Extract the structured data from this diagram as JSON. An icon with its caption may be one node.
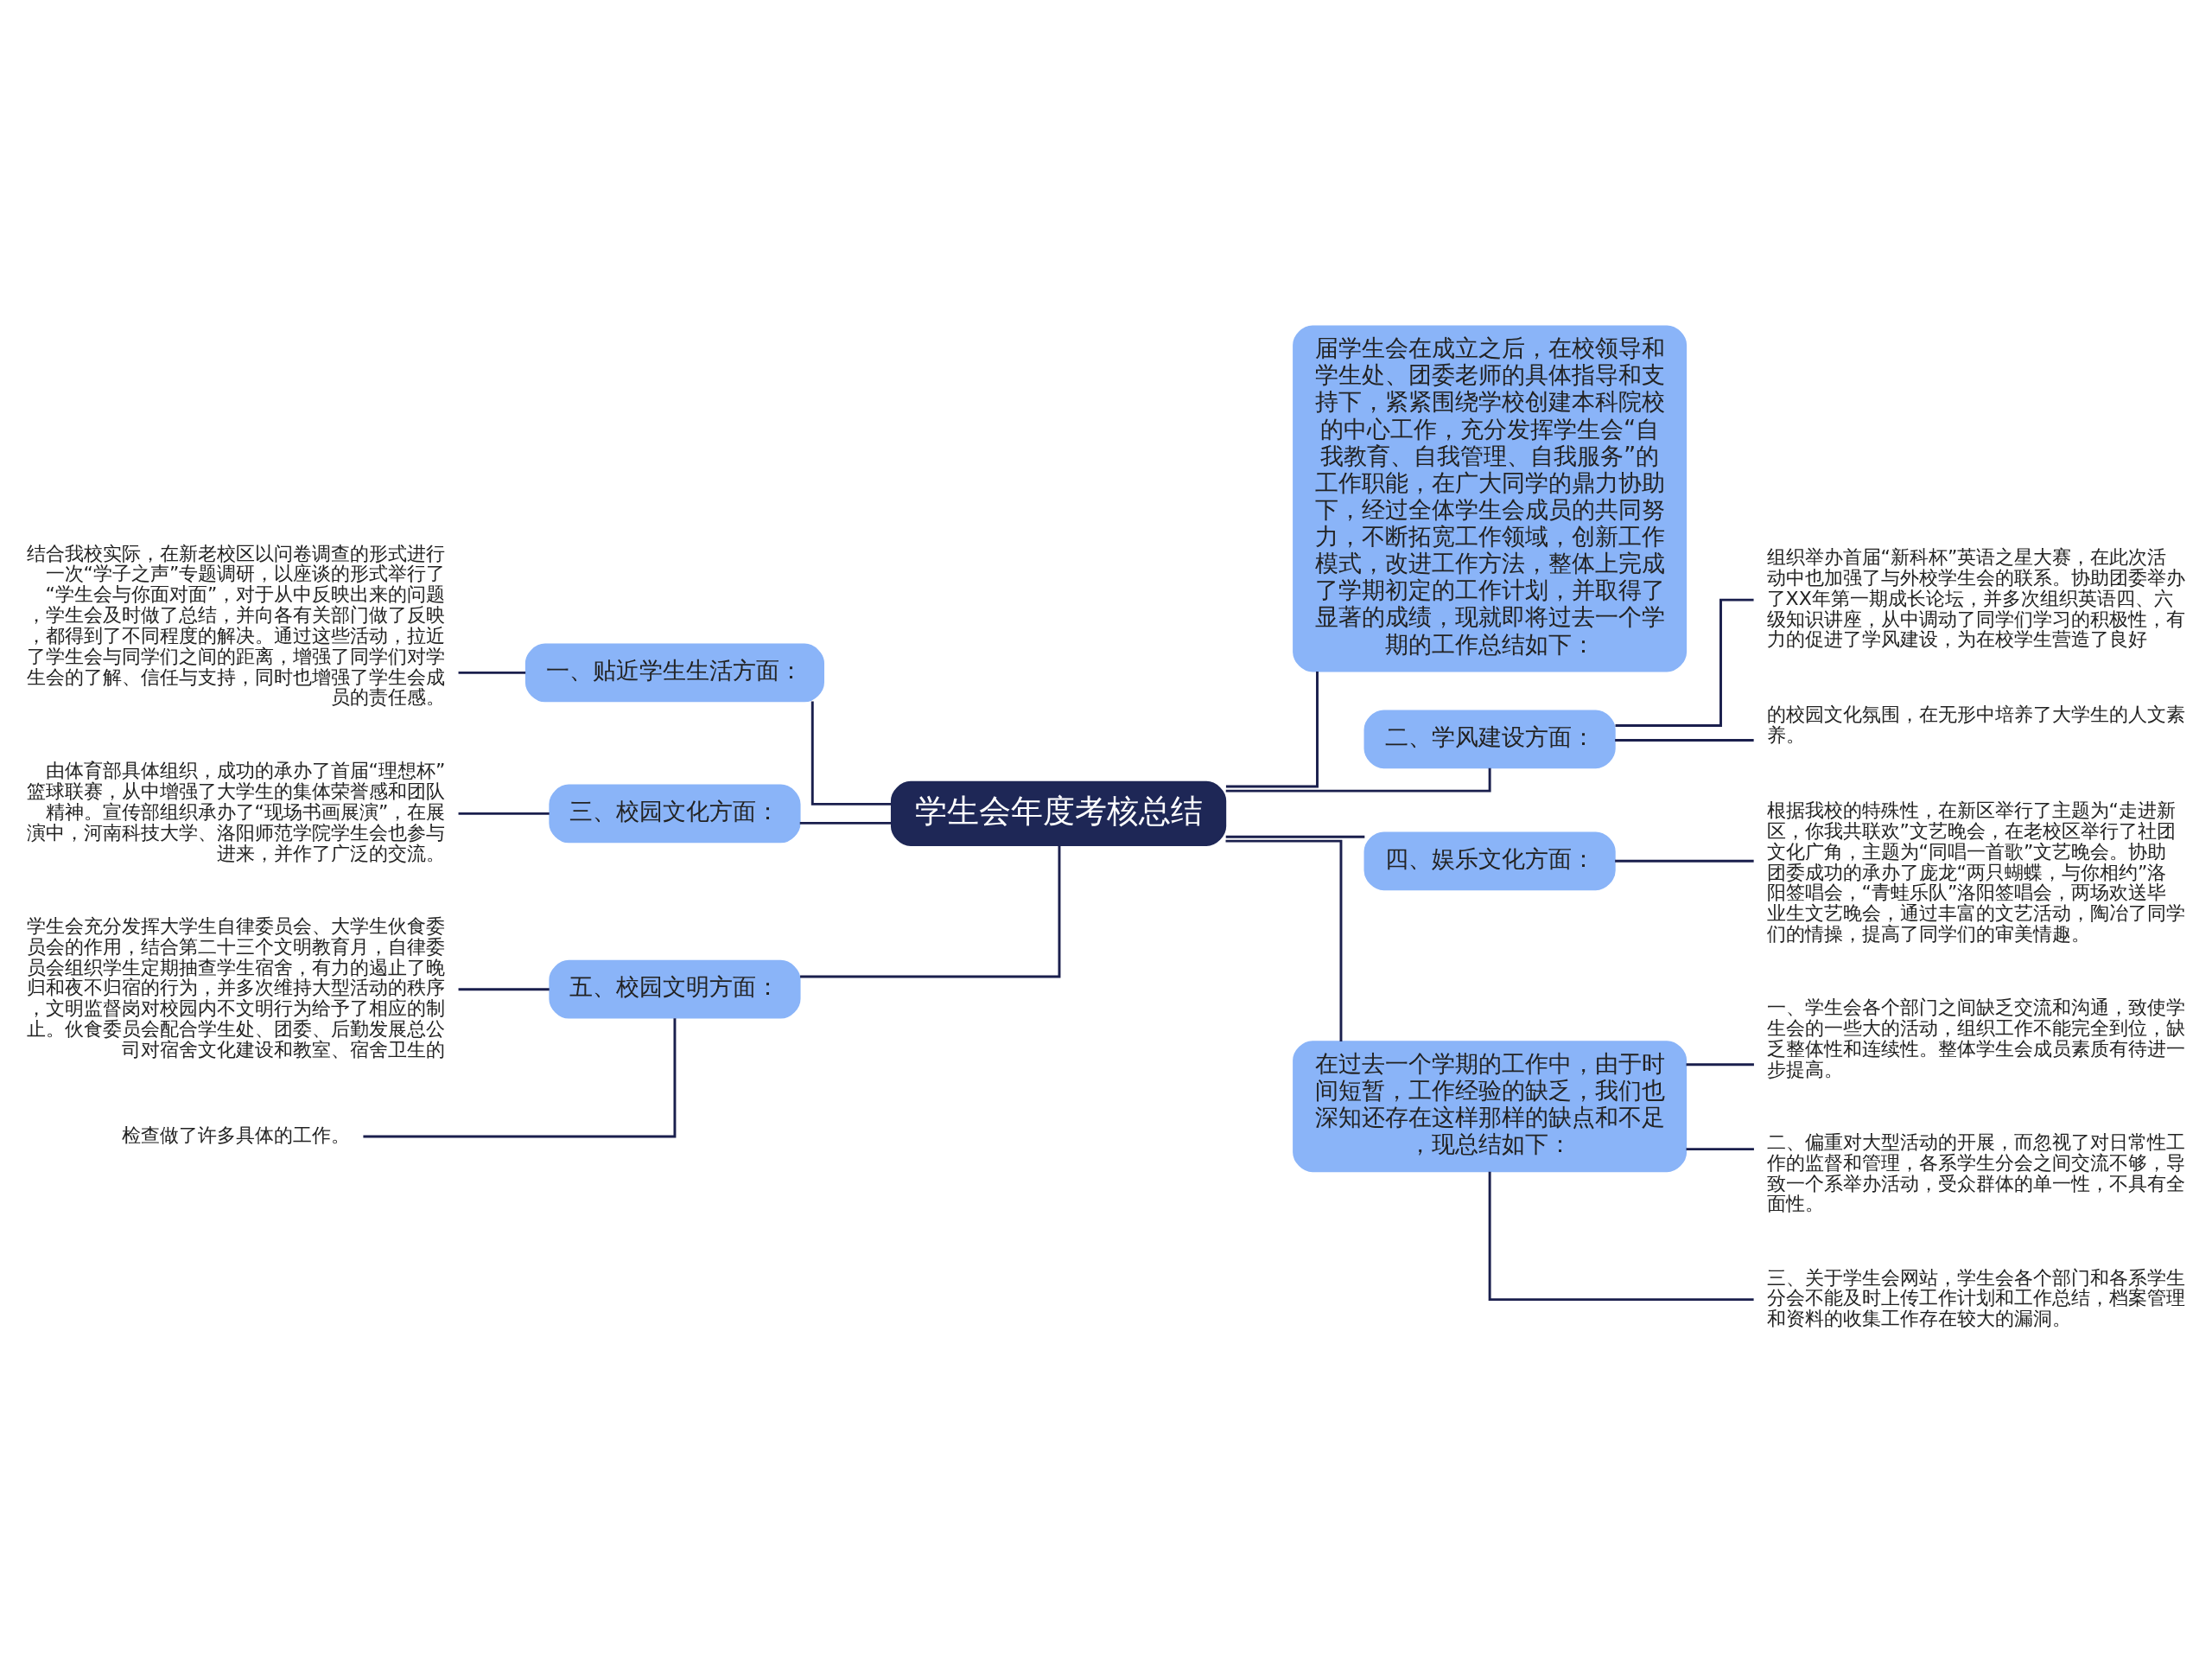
{
  "diagram": {
    "nodes": [
      {
        "text": [
          "学生会年度考核总结"
        ]
      },
      {
        "text": [
          "届学生会在成立之后，在校领导和学生处、团委老师的具体指导和支持下，紧紧围绕学校创建本科院校的中心工作，充分发挥学生会“自我教育、自我管理、自我服务”的工作职能，在广大同学的鼎力协助下，经过全体学生会成员的共同努力，不断拓宽工作领域，创新工作模式，改进工作方法，整体上完成了学期初定的工作计划，并取得了显著的成绩，现就即将过去一个学期的工作总结如下："
        ]
      },
      {
        "text": [
          "二、学风建设方面："
        ]
      },
      {
        "text": [
          "组织举办首届“新科杯”英语之星大赛，在此次活动中也加强了与外校学生会的联系。协助团委举办了XX年第一期成长论坛，并多次组织英语四、六级知识讲座，从中调动了同学们学习的积极性，有力的促进了学风建设，为在校学生营造了良好"
        ]
      },
      {
        "text": [
          "的校园文化氛围，在无形中培养了大学生的人文素养。"
        ]
      },
      {
        "text": [
          "四、娱乐文化方面："
        ]
      },
      {
        "text": [
          "根据我校的特殊性，在新区举行了主题为“走进新区，你我共联欢”文艺晚会，在老校区举行了社团文化广角，主题为“同唱一首歌”文艺晚会。协助团委成功的承办了庞龙“两只蝴蝶，与你相约”洛阳签唱会，“青蛙乐队”洛阳签唱会，两场欢送毕业生文艺晚会，通过丰富的文艺活动，陶冶了同学们的情操，提高了同学们的审美情趣。"
        ]
      },
      {
        "text": [
          "在过去一个学期的工作中，由于时间短暂，工作经验的缺乏，我们也深知还存在这样那样的缺点和不足，现总结如下："
        ]
      },
      {
        "text": [
          "一、学生会各个部门之间缺乏交流和沟通，致使学生会的一些大的活动，组织工作不能完全到位，缺乏整体性和连续性。整体学生会成员素质有待进一步提高。"
        ]
      },
      {
        "text": [
          "二、偏重对大型活动的开展，而忽视了对日常性工作的监督和管理，各系学生分会之间交流不够，导致一个系举办活动，受众群体的单一性，不具有全面性。"
        ]
      },
      {
        "text": [
          "三、关于学生会网站，学生会各个部门和各系学生分会不能及时上传工作计划和工作总结，档案管理和资料的收集工作存在较大的漏洞。"
        ]
      },
      {
        "text": [
          "一、贴近学生生活方面："
        ]
      },
      {
        "text": [
          "结合我校实际，在新老校区以问卷调查的形式进行一次“学子之声”专题调研，以座谈的形式举行了“学生会与你面对面”，对于从中反映出来的问题，学生会及时做了总结，并向各有关部门做了反映，都得到了不同程度的解决。通过这些活动，拉近了学生会与同学们之间的距离，增强了同学们对学生会的了解、信任与支持，同时也增强了学生会成员的责任感。"
        ]
      },
      {
        "text": [
          "三、校园文化方面："
        ]
      },
      {
        "text": [
          "由体育部具体组织，成功的承办了首届“理想杯”篮球联赛，从中增强了大学生的集体荣誉感和团队精神。宣传部组织承办了“现场书画展演”，在展演中，河南科技大学、洛阳师范学院学生会也参与进来，并作了广泛的交流。"
        ]
      },
      {
        "text": [
          "五、校园文明方面："
        ]
      },
      {
        "text": [
          "学生会充分发挥大学生自律委员会、大学生伙食委员会的作用，结合第二十三个文明教育月，自律委员会组织学生定期抽查学生宿舍，有力的遏止了晚归和夜不归宿的行为，并多次维持大型活动的秩序，文明监督岗对校园内不文明行为给予了相应的制止。伙食委员会配合学生处、团委、后勤发展总公司对宿舍文化建设和教室、宿舍卫生的"
        ]
      },
      {
        "text": [
          "检查做了许多具体的工作。"
        ]
      }
    ],
    "edges": [
      {
        "from": 0,
        "to": 1,
        "arrow": "none"
      },
      {
        "from": 0,
        "to": 2,
        "arrow": "none"
      },
      {
        "from": 2,
        "to": 3,
        "arrow": "none"
      },
      {
        "from": 2,
        "to": 4,
        "arrow": "none"
      },
      {
        "from": 0,
        "to": 5,
        "arrow": "none"
      },
      {
        "from": 5,
        "to": 6,
        "arrow": "none"
      },
      {
        "from": 0,
        "to": 7,
        "arrow": "none"
      },
      {
        "from": 7,
        "to": 8,
        "arrow": "none"
      },
      {
        "from": 7,
        "to": 9,
        "arrow": "none"
      },
      {
        "from": 7,
        "to": 10,
        "arrow": "none"
      },
      {
        "from": 0,
        "to": 11,
        "arrow": "none"
      },
      {
        "from": 11,
        "to": 12,
        "arrow": "none"
      },
      {
        "from": 0,
        "to": 13,
        "arrow": "none"
      },
      {
        "from": 13,
        "to": 14,
        "arrow": "none"
      },
      {
        "from": 0,
        "to": 15,
        "arrow": "none"
      },
      {
        "from": 15,
        "to": 16,
        "arrow": "none"
      },
      {
        "from": 15,
        "to": 17,
        "arrow": "none"
      }
    ]
  }
}
